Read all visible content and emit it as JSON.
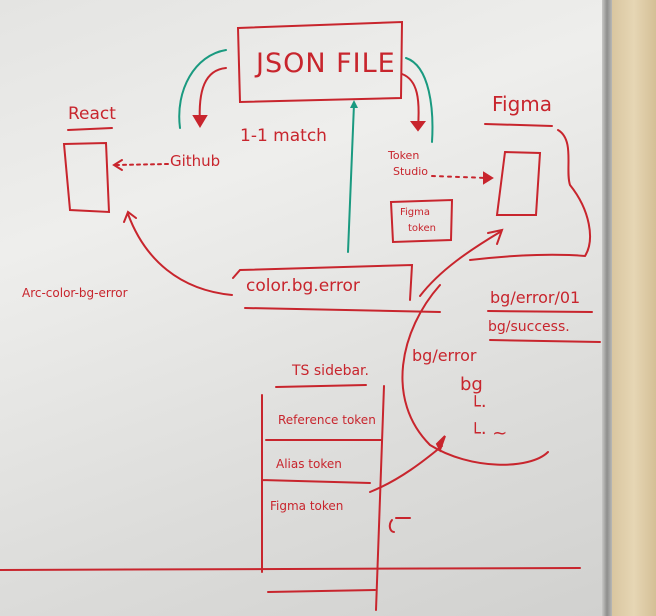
{
  "board": {
    "json_file": "JSON FILE",
    "react": "React",
    "github": "Github",
    "match": "1-1 match",
    "token_studio_1": "Token",
    "token_studio_2": "Studio",
    "figma": "Figma",
    "figma_token_box_1": "Figma",
    "figma_token_box_2": "token",
    "color_token": "color.bg.error",
    "css_var": "Arc-color-bg-error",
    "figma_name_1": "bg/error/01",
    "figma_name_2": "bg/success.",
    "group_path": "bg/error",
    "group_bg": "bg",
    "ts_sidebar": "TS sidebar.",
    "sidebar_items": [
      "Reference token",
      "Alias token",
      "Figma token"
    ]
  },
  "colors": {
    "red_marker": "#c8252d",
    "teal_marker": "#1a9a80",
    "board": "#e6e6e4",
    "frame_wood": "#e0cfa9"
  }
}
